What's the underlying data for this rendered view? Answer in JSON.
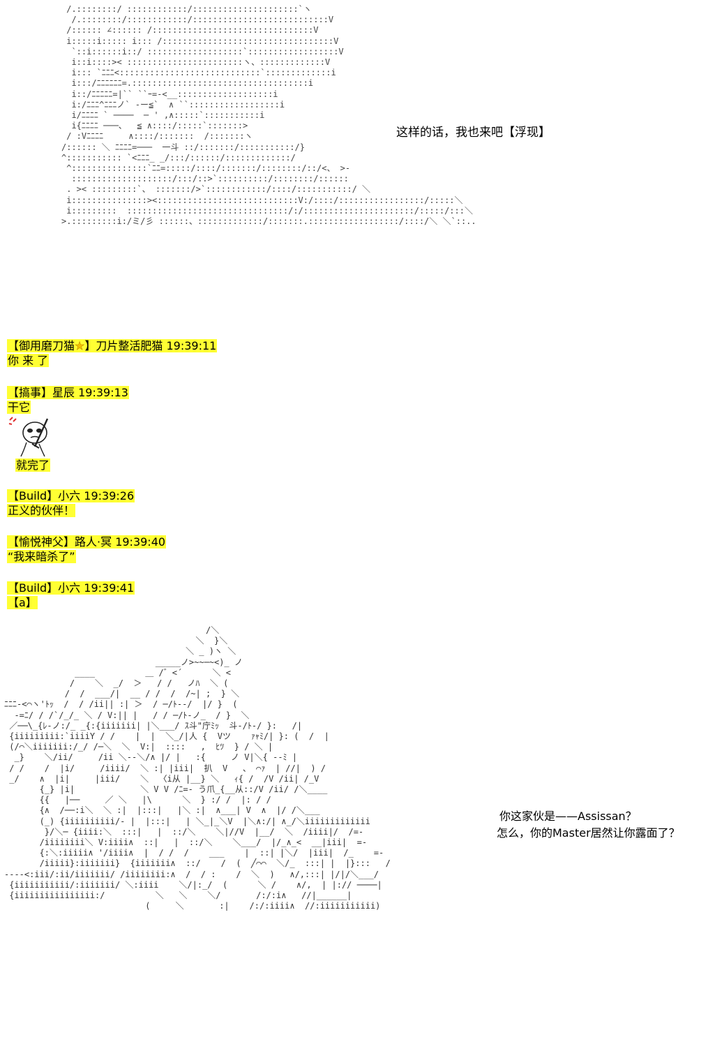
{
  "ascii_art": {
    "top": " /.::::::::/ ::::::::::::/:::::::::::::::::::::`ヽ\n  /.::::::::/::::::::::::/:::::::::::::::::::::::::::V\n /:::::: ∠:::::: /::::::::::::::::::::::::::::::::V\n i:::::i::::: i::: /::::::::::::::::::::::::::::::::::V\n  `::i::::::i::/ :::::::::::::::::::`::::::::::::::::::V\n  i::i::::>< :::::::::::::::::::::::ヽ、:::::::::::::V\n  i::: `ﾆﾆﾆ<::::::::::::::::::::::::::::`:::::::::::::i\n  i:::/ﾆﾆﾆﾆﾆﾆ=.:::::::::::::::::::::::::::::::::::i\n  i::/ﾆﾆﾆﾆﾆ=|`` ``ｰ=-<__:::::::::::::::::::i\n  i:/ﾆﾆﾆ^ﾆﾆﾆノ` -ー≦`  ∧ ``::::::::::::::::::i\n  i/ﾆﾆﾆﾆ ` ────  ─ ' ,∧:::::`:::::::::::i\n  i{ﾆﾆﾆﾆ ───、  ≦ ∧::::/:::::`:::::::>\n / :Vﾆﾆﾆﾆ     ∧::::/:::::::  /:::::::ヽ\n/:::::: ＼ ﾆﾆﾆﾆ=───  一斗 ::/:::::::/:::::::::::/}\n^::::::::::: `<ﾆﾆﾆ_ _/:::/::::::/:::::::::::::/\n ^:::::::::::::::`ﾆﾆ=:::::/::::/:::::::/::::::::/::/<、 >-\n  ::::::::::::::::::::/:::/::>`::::::::::/::::::::/::::::\n . >< :::::::::`、 :::::::/>`::::::::::::/::::/:::::::::::/ ＼\n i:::::::::::::::><::::::::::::::::::::::::::::V:/::::/:::::::::::::::::/:::::＼\n i:::::::::  ::::::::::::::::::::::::::::::::/:/::::::::::::::::::::::/:::::/:::＼\n>.:::::::::i:/ミ/彡 ::::::、:::::::::::::/:::::::.::::::::::::::::::/::::/＼ ＼`::..\n",
    "bottom": "                                        /＼\n                                      ＼  }＼\n                                    ＼ _ )ヽ ＼\n                              _____ノ>~~─~<)_ ノ\n              ____          ＿ /゛<´      ＼ <\n             /    ＼  _/  ＞   / /   ノﾊ  ＼ (\n            /  /  ___/|  __ / /  /  /~| ;  } ＼\nﾆﾆﾆ-<⌒ヽ'ﾄｯ  /  / /ii|| :| ＞  / ─/ﾄ--/  |/ }  (\n  -=ﾆ/ / /`/_/_ ＼ / V:|| |   / / ─/ﾄ-ノ_  / }  ＼\n ／──\\_{ﾚ‐ノ:/_ _{:{iiiiiii| |＼___/ ｽ斗\"庁ﾐｯ  斗-/ﾄ-/ }:   /|\n {iiiiiiiii:`iiiiY / /    |  |  ＼_/|人 {  Vツ    ｧｬﾐ/| }: (  /  |\n (/⌒＼iiiiiii:/_/ /─＼  ＼  V:|  ::::   ,  ﾋﾂ  } / ＼ |\n  _}    ＼/ii/     /ii ＼--＼/∧ |/ |   :{     ノ V|＼{ --ﾐ |\n / /    /  |i/     /iiii/  ＼ :| |iii|  扒  V   、 ⌒ｧ  | //|  ) /\n _/    ∧  |i|     |iii/    ＼  〈i从 |__} ＼   ｨ{ /  /V /ii| /_V\n       {_} |i|             ＼ V V /ﾆ=- う爪_{__从::/V /ii/ /＼____\n       {{   |──     ／ ＼   |\\      ＼  } :/ /  |: / /\n       {∧  /──:i＼  ＼ :|  |:::|   |＼ :|  ∧___| V  ∧  |/ /＼___\n       (_) {iiiiiiiiii/- |  |:::|   | ＼_|_＼V  |＼∧:/| ∧_/＼iiiiiiiiiiiii\n        }/＼─ {iiii:＼  :::|   |  ::/＼    ＼|//V  |__/  ＼  /iiii|/  /=-\n       /iiiiiiii＼ V:iiii∧  ::|   |  ::/＼    ＼___/  |/_∧_<  __|iii|  =-\n       {:＼:iiiii∧ '/iiii∧  |  / /  /    ___    |  ::| |＼/  |iii|  /_    =-\n       /iiiii}:iiiiiii}  {iiiiiii∧  ::/    /  (  ╱⌒⌒  ＼/_  :::| |  |}:::   /\n----<:iii/:ii/iiiiiii/ /iiiiiiii:∧  /  / :    /  ＼  )   ∧/,:::| |/|/＼___/\n {iiiiiiiiiii/:iiiiiii/ ＼:iiii    ＼/|:_/  (      ＼ /    ∧/,  | |:// ────|\n {iiiiiiiiiiiiiiii:/          ＼   ＼    ＼/       /:/:i∧   //|______|\n                            (     ＼       :|    /:/:iiii∧  //:iiiiiiiiiii)\n"
  },
  "speech": {
    "top": "这样的话，我也来吧【浮现】",
    "bottom_line1": "你这家伙是——Assissan？",
    "bottom_line2": "怎么，你的Master居然让你露面了？"
  },
  "chat": {
    "messages": [
      {
        "tag_before_icon": "【御用磨刀猫",
        "icon": "star-icon",
        "tag_after_icon": "】刀片整活肥猫",
        "time": "19:39:11",
        "text": "你 来 了"
      },
      {
        "tag": "【搞事】星辰",
        "time": "19:39:13",
        "text": "干它",
        "sticker": "cartoon-swordsman-sticker",
        "text2": "就完了"
      },
      {
        "tag": "【Build】小六",
        "time": "19:39:26",
        "text": "正义的伙伴！"
      },
      {
        "tag": "【愉悦神父】路人·冥",
        "time": "19:39:40",
        "text": "“我来暗杀了”"
      },
      {
        "tag": "【Build】小六",
        "time": "19:39:41",
        "text": "【a】"
      }
    ]
  },
  "colors": {
    "highlight": "#ffff33",
    "text": "#000000",
    "background": "#ffffff"
  }
}
